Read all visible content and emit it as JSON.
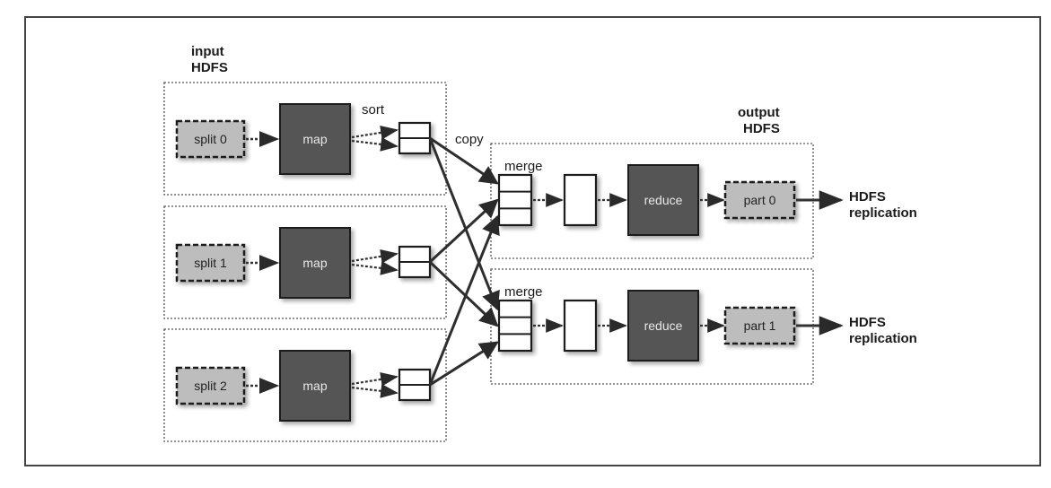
{
  "title": "MapReduce data flow with multiple reduce tasks",
  "colors": {
    "frame": "#444444",
    "process_fill": "#555555",
    "split_fill": "#bdbdbd",
    "stroke": "#1f1f1f",
    "buffer_fill": "#ffffff",
    "text": "#1a1a1a"
  },
  "labels": {
    "input_line1": "input",
    "input_line2": "HDFS",
    "output_line1": "output",
    "output_line2": "HDFS",
    "sort": "sort",
    "copy": "copy",
    "merge_0": "merge",
    "merge_1": "merge"
  },
  "map_tasks": [
    {
      "split": "split 0",
      "process": "map"
    },
    {
      "split": "split 1",
      "process": "map"
    },
    {
      "split": "split 2",
      "process": "map"
    }
  ],
  "reduce_tasks": [
    {
      "process": "reduce",
      "part": "part 0",
      "dest_line1": "HDFS",
      "dest_line2": "replication"
    },
    {
      "process": "reduce",
      "part": "part 1",
      "dest_line1": "HDFS",
      "dest_line2": "replication"
    }
  ],
  "copy_edges": [
    {
      "from_map": 0,
      "to_reduce": 0
    },
    {
      "from_map": 0,
      "to_reduce": 1
    },
    {
      "from_map": 1,
      "to_reduce": 0
    },
    {
      "from_map": 1,
      "to_reduce": 1
    },
    {
      "from_map": 2,
      "to_reduce": 0
    },
    {
      "from_map": 2,
      "to_reduce": 1
    }
  ]
}
